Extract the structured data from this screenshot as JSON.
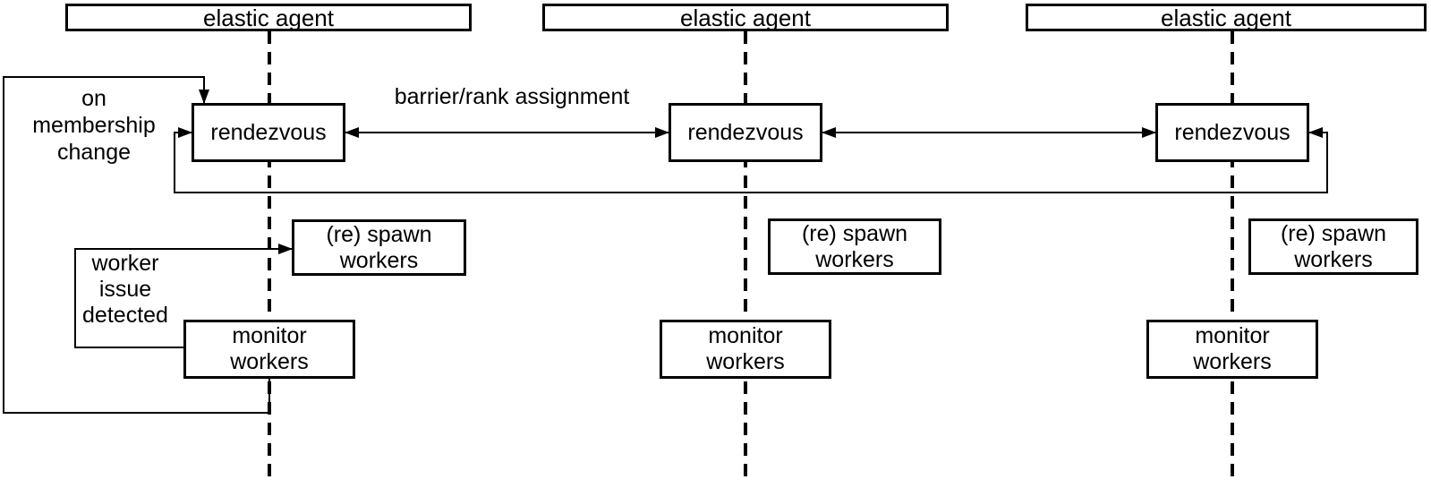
{
  "diagram": {
    "background_color": "#ffffff",
    "line_color": "#000000",
    "box_fill": "#ffffff",
    "agents": [
      {
        "title": "elastic agent",
        "rendezvous_label": "rendezvous",
        "spawn_label_line1": "(re) spawn",
        "spawn_label_line2": "workers",
        "monitor_label_line1": "monitor",
        "monitor_label_line2": "workers"
      },
      {
        "title": "elastic agent",
        "rendezvous_label": "rendezvous",
        "spawn_label_line1": "(re) spawn",
        "spawn_label_line2": "workers",
        "monitor_label_line1": "monitor",
        "monitor_label_line2": "workers"
      },
      {
        "title": "elastic agent",
        "rendezvous_label": "rendezvous",
        "spawn_label_line1": "(re) spawn",
        "spawn_label_line2": "workers",
        "monitor_label_line1": "monitor",
        "monitor_label_line2": "workers"
      }
    ],
    "annotations": {
      "barrier_label": "barrier/rank assignment",
      "membership_line1": "on",
      "membership_line2": "membership",
      "membership_line3": "change",
      "worker_issue_line1": "worker",
      "worker_issue_line2": "issue",
      "worker_issue_line3": "detected"
    }
  }
}
